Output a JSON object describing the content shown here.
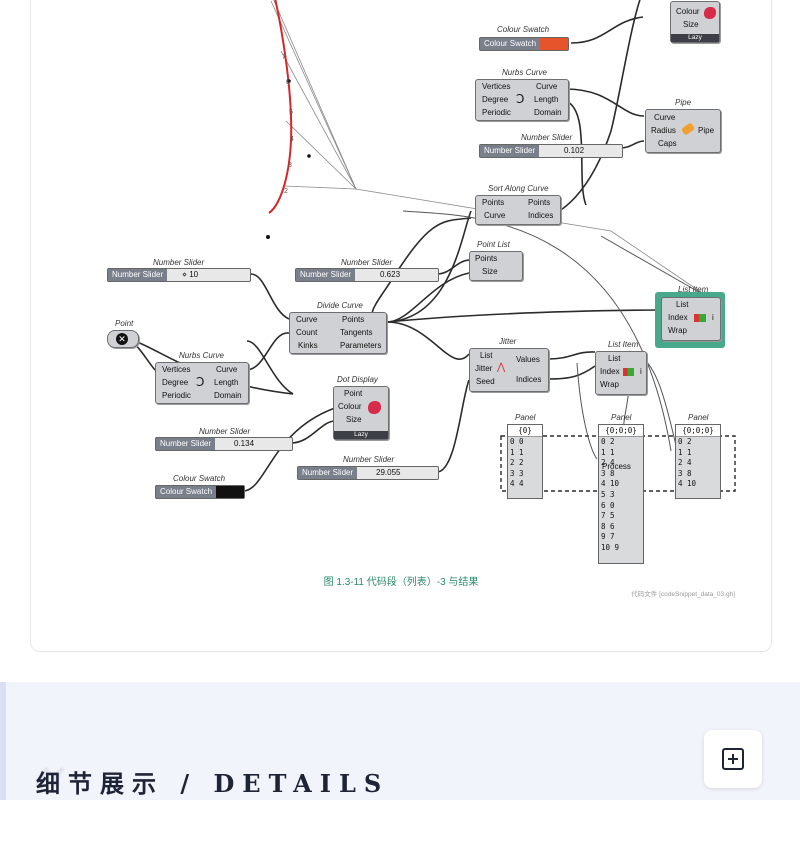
{
  "nodes": {
    "colour_size": {
      "colour": "Colour",
      "size": "Size",
      "lazy": "Lazy"
    },
    "colour_swatch_top": {
      "title": "Colour Swatch",
      "label": "Colour Swatch",
      "color": "#e5542a"
    },
    "nurbs_top": {
      "title": "Nurbs Curve",
      "in": [
        "Vertices",
        "Degree",
        "Periodic"
      ],
      "out": [
        "Curve",
        "Length",
        "Domain"
      ]
    },
    "pipe": {
      "title": "Pipe",
      "in": [
        "Curve",
        "Radius",
        "Caps"
      ],
      "out": [
        "Pipe"
      ]
    },
    "slider_0102": {
      "title": "Number Slider",
      "label": "Number Slider",
      "value": "0.102"
    },
    "sort_along": {
      "title": "Sort Along Curve",
      "in": [
        "Points",
        "Curve"
      ],
      "out": [
        "Points",
        "Indices"
      ]
    },
    "slider_10": {
      "title": "Number Slider",
      "label": "Number Slider",
      "value": "10"
    },
    "slider_0623": {
      "title": "Number Slider",
      "label": "Number Slider",
      "value": "0.623"
    },
    "point_list": {
      "title": "Point List",
      "in": [
        "Points",
        "Size"
      ]
    },
    "point": {
      "title": "Point"
    },
    "divide_curve": {
      "title": "Divide Curve",
      "in": [
        "Curve",
        "Count",
        "Kinks"
      ],
      "out": [
        "Points",
        "Tangents",
        "Parameters"
      ]
    },
    "list_item_right": {
      "title": "List Item",
      "in": [
        "List",
        "Index",
        "Wrap"
      ],
      "out": [
        "i"
      ]
    },
    "nurbs_bottom": {
      "title": "Nurbs Curve",
      "in": [
        "Vertices",
        "Degree",
        "Periodic"
      ],
      "out": [
        "Curve",
        "Length",
        "Domain"
      ]
    },
    "jitter": {
      "title": "Jitter",
      "in": [
        "List",
        "Jitter",
        "Seed"
      ],
      "out": [
        "Values",
        "Indices"
      ]
    },
    "list_item_mid": {
      "title": "List Item",
      "in": [
        "List",
        "Index",
        "Wrap"
      ],
      "out": [
        "i"
      ]
    },
    "dot_display": {
      "title": "Dot Display",
      "in": [
        "Point",
        "Colour",
        "Size"
      ],
      "lazy": "Lazy"
    },
    "slider_0134": {
      "title": "Number Slider",
      "label": "Number Slider",
      "value": "0.134"
    },
    "slider_29055": {
      "title": "Number Slider",
      "label": "Number Slider",
      "value": "29.055"
    },
    "colour_swatch_bottom": {
      "title": "Colour Swatch",
      "label": "Colour Swatch",
      "color": "#111111"
    }
  },
  "panels": {
    "p1": {
      "title": "Panel",
      "header": "{0}",
      "rows": [
        "0 0",
        "1 1",
        "2 2",
        "3 3",
        "4 4"
      ]
    },
    "p2": {
      "title": "Panel",
      "header": "{0;0;0}",
      "rows": [
        "0 2",
        "1 1",
        "2 4",
        "3 8",
        "4 10",
        "5 3",
        "6 0",
        "7 5",
        "8 6",
        "9 7",
        "10 9"
      ],
      "overlay": "Process"
    },
    "p3": {
      "title": "Panel",
      "header": "{0;0;0}",
      "rows": [
        "0 2",
        "1 1",
        "2 4",
        "3 8",
        "4 10"
      ]
    }
  },
  "point_numbers": [
    "8",
    "7",
    "6",
    "5",
    "4",
    "3",
    "2"
  ],
  "caption": "图 1.3-11   代码段（列表）-3 与结果",
  "source": "代码文件 [codeSnippet_data_03.gh]",
  "details": {
    "heading": "细节展示 / DETAILS"
  },
  "icons": {
    "add": "plus-square-icon"
  }
}
